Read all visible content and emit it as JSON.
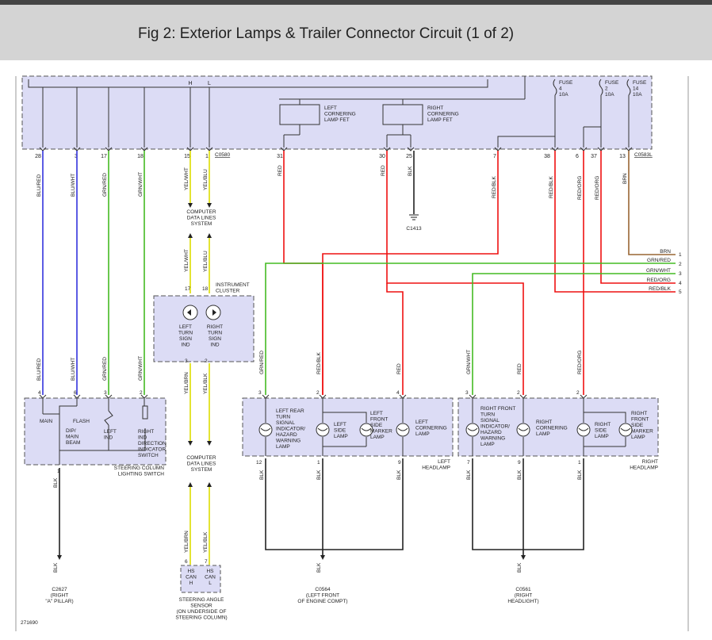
{
  "page": {
    "title": "Fig 2: Exterior Lamps & Trailer Connector Circuit (1 of 2)",
    "figure_number": "271690"
  },
  "colors": {
    "module_fill": "#dcdcf5",
    "module_border": "#555555",
    "wire_red": "#ee1111",
    "wire_green": "#44bb22",
    "wire_blue": "#3333dd",
    "wire_yellow": "#dddd00",
    "wire_brown": "#996633",
    "wire_black": "#222222",
    "header_bg": "#d4d4d4"
  },
  "bcm": {
    "labels": {
      "h": "H",
      "l": "L",
      "left_fet": "LEFT\nCORNERING\nLAMP FET",
      "right_fet": "RIGHT\nCORNERING\nLAMP FET",
      "fuse4": "FUSE\n4\n10A",
      "fuse2": "FUSE\n2\n10A",
      "fuse14": "FUSE\n14\n10A",
      "conn_c0580": "C0580",
      "conn_c0583l": "C0583L"
    },
    "pins": [
      "28",
      "3",
      "17",
      "18",
      "15",
      "1",
      "31",
      "30",
      "25",
      "7",
      "38",
      "6",
      "37",
      "13"
    ]
  },
  "wires": {
    "colors": [
      "BLU/RED",
      "BLU/WHT",
      "GRN/RED",
      "GRN/WHT",
      "YEL/WHT",
      "YEL/BLU",
      "RED",
      "RED",
      "BLK",
      "RED/BLK",
      "RED/BLK",
      "RED/ORG",
      "RED/ORG",
      "BRN"
    ],
    "lower_left": [
      "BLU/RED",
      "BLU/WHT",
      "GRN/RED",
      "GRN/WHT"
    ],
    "ic_upper": [
      "YEL/WHT",
      "YEL/BLU"
    ],
    "ic_lower": [
      "YEL/BRN",
      "YEL/BLK"
    ],
    "sas": [
      "YEL/BRN",
      "YEL/BLK"
    ],
    "lh_feed": [
      "GRN/RED",
      "RED/BLK",
      "RED"
    ],
    "rh_feed": [
      "GRN/WHT",
      "RED",
      "RED/ORG"
    ],
    "grounds": [
      "BLK",
      "BLK",
      "BLK",
      "BLK",
      "BLK",
      "BLK",
      "BLK",
      "BLK",
      "BLK",
      "BLK"
    ]
  },
  "trailer": {
    "wires": [
      "BRN",
      "GRN/RED",
      "GRN/WHT",
      "RED/ORG",
      "RED/BLK"
    ],
    "pins": [
      "1",
      "2",
      "3",
      "4",
      "5"
    ]
  },
  "labels": {
    "cdls": "COMPUTER\nDATA LINES\nSYSTEM",
    "ic_pins": [
      "17",
      "18"
    ],
    "ic_lower_pins": [
      "3",
      "2"
    ],
    "ic_title": "INSTRUMENT\nCLUSTER",
    "left_turn": "LEFT\nTURN\nSIGN\nIND",
    "right_turn": "RIGHT\nTURN\nSIGN\nIND",
    "c1413": "C1413",
    "sw_pins": [
      "4",
      "6",
      "3",
      "2"
    ],
    "sw_main": "MAIN",
    "sw_flash": "FLASH",
    "sw_dip": "DIP/\nMAIN\nBEAM",
    "sw_left": "LEFT\nIND",
    "sw_right": "RIGHT\nIND\nDIRECTION\nINDICATOR\nSWITCH",
    "sw_title": "STEERING COLUMN\nLIGHTING SWITCH",
    "sw_bottom_pin": "1",
    "c2627": "C2627\n(RIGHT\n\"A\" PILLAR)",
    "sas_pins": [
      "6",
      "7"
    ],
    "sas_h": "HS\nCAN\nH",
    "sas_l": "HS\nCAN\nL",
    "sas_title": "STEERING ANGLE\nSENSOR\n(ON UNDERSIDE OF\nSTEERING COLUMN)",
    "lh_top_pins": [
      "3",
      "2",
      "4"
    ],
    "lh_bottom_pins": [
      "12",
      "1",
      "9"
    ],
    "lh_rear_turn": "LEFT REAR\nTURN\nSIGNAL\nINDICATOR/\nHAZARD\nWARNING\nLAMP",
    "lh_side": "LEFT\nSIDE\nLAMP",
    "lh_marker": "LEFT\nFRONT\nSIDE\nMARKER\nLAMP",
    "lh_corner": "LEFT\nCORNERING\nLAMP",
    "lh_title": "LEFT\nHEADLAMP",
    "rh_top_pins": [
      "3",
      "2",
      "2"
    ],
    "rh_bottom_pins": [
      "7",
      "9",
      "1"
    ],
    "rh_turn": "RIGHT FRONT\nTURN\nSIGNAL\nINDICATOR/\nHAZARD\nWARNING\nLAMP",
    "rh_corner": "RIGHT\nCORNERING\nLAMP",
    "rh_side": "RIGHT\nSIDE\nLAMP",
    "rh_marker": "RIGHT\nFRONT\nSIDE\nMARKER\nLAMP",
    "rh_title": "RIGHT\nHEADLAMP",
    "c0564": "C0564\n(LEFT FRONT\nOF ENGINE COMPT)",
    "c0561": "C0561\n(RIGHT\nHEADLIGHT)"
  }
}
